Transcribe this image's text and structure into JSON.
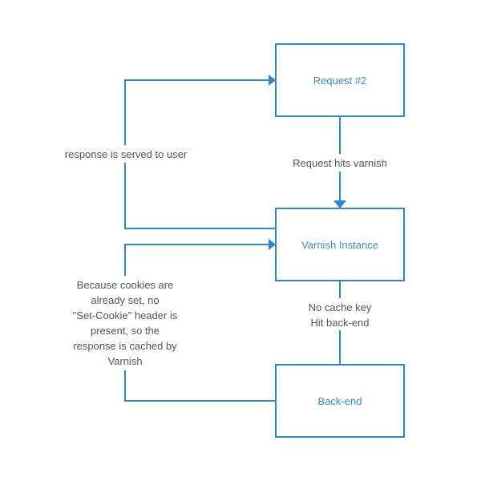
{
  "diagram": {
    "colors": {
      "stroke": "#2f86c9",
      "node_text": "#3a8cc7",
      "edge_text": "#555555",
      "background": "#ffffff"
    },
    "nodes": {
      "request": {
        "label": "Request #2"
      },
      "varnish": {
        "label": "Varnish Instance"
      },
      "backend": {
        "label": "Back-end"
      }
    },
    "edges": {
      "hits_varnish": {
        "label": "Request hits varnish"
      },
      "no_cache_key": {
        "lines": [
          "No cache key",
          "Hit back-end"
        ]
      },
      "served_to_user": {
        "label": "response is served to user"
      },
      "cached_by_varnish": {
        "lines": [
          "Because cookies are",
          "already set, no",
          "\"Set-Cookie\" header is",
          "present, so the",
          "response is cached by",
          "Varnish"
        ]
      }
    }
  }
}
